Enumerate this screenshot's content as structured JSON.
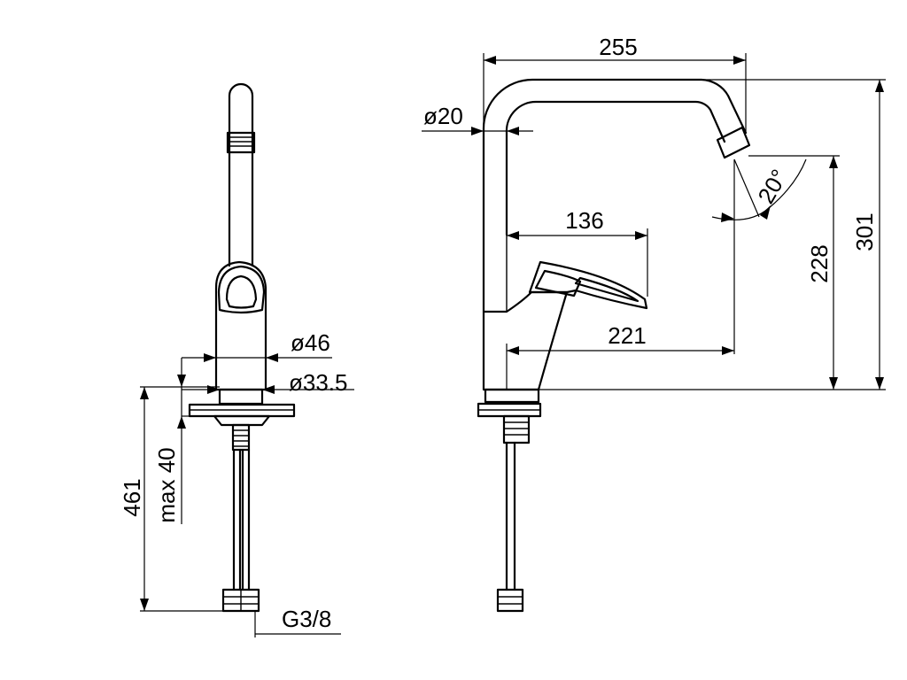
{
  "dimensions": {
    "width_spout": "255",
    "pipe_diameter": "ø20",
    "angle": "20°",
    "lever_reach": "136",
    "spout_height": "228",
    "total_height": "301",
    "spout_reach": "221",
    "body_diameter": "ø46",
    "base_diameter": "ø33.5",
    "hose_length": "461",
    "max_thickness": "max 40",
    "thread": "G3/8"
  }
}
